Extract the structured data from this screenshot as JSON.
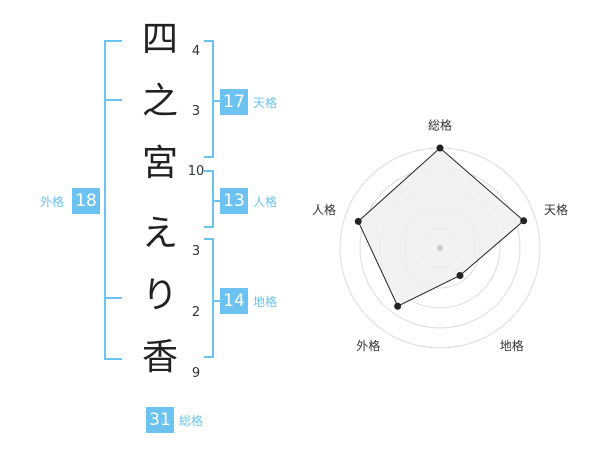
{
  "name_chars": [
    {
      "char": "四",
      "strokes": "4"
    },
    {
      "char": "之",
      "strokes": "3"
    },
    {
      "char": "宮",
      "strokes": "10"
    },
    {
      "char": "え",
      "strokes": "3"
    },
    {
      "char": "り",
      "strokes": "2"
    },
    {
      "char": "香",
      "strokes": "9"
    }
  ],
  "kaku": {
    "tenkaku": {
      "value": "17",
      "label": "天格"
    },
    "jinkaku": {
      "value": "13",
      "label": "人格"
    },
    "chikaku": {
      "value": "14",
      "label": "地格"
    },
    "gaikaku": {
      "value": "18",
      "label": "外格"
    },
    "soukaku": {
      "value": "31",
      "label": "総格"
    }
  },
  "colors": {
    "accent": "#6cc3f2",
    "text": "#222222",
    "radar_fill": "#f0f0f0",
    "radar_line": "#222222"
  },
  "chart_data": {
    "type": "radar",
    "axes": [
      "総格",
      "天格",
      "地格",
      "外格",
      "人格"
    ],
    "max": 5,
    "rings": 5,
    "values": [
      5,
      4.4,
      1.7,
      3.6,
      4.3
    ]
  }
}
